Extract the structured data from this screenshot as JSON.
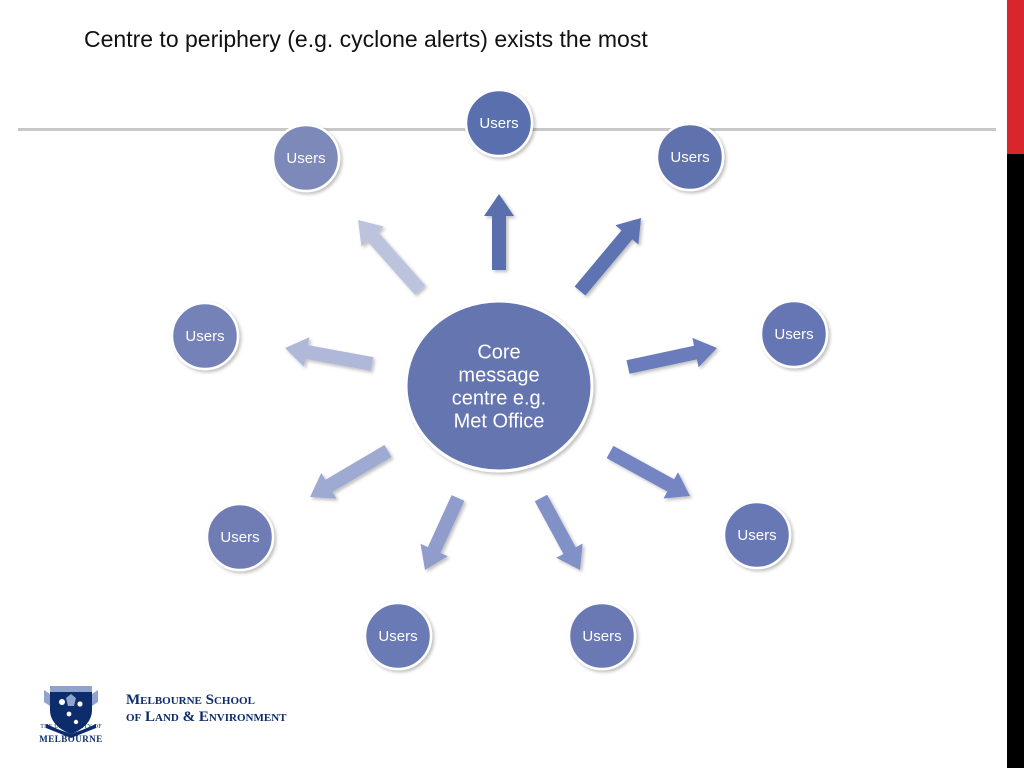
{
  "slide": {
    "title": "Centre to periphery (e.g. cyclone alerts) exists the most"
  },
  "diagram": {
    "center": {
      "label_lines": [
        "Core",
        "message",
        "centre e.g.",
        "Met Office"
      ]
    },
    "nodes": [
      {
        "id": "top",
        "label": "Users",
        "arrow_color": "#5a6fae",
        "node_color": "#5a6fae"
      },
      {
        "id": "top-right",
        "label": "Users",
        "arrow_color": "#5d73b2",
        "node_color": "#5e72ae"
      },
      {
        "id": "right-upper",
        "label": "Users",
        "arrow_color": "#6a7cbb",
        "node_color": "#6676b4"
      },
      {
        "id": "right-lower",
        "label": "Users",
        "arrow_color": "#7585c3",
        "node_color": "#6878b4"
      },
      {
        "id": "bottom-right",
        "label": "Users",
        "arrow_color": "#8190c6",
        "node_color": "#6a79b4"
      },
      {
        "id": "bottom-left",
        "label": "Users",
        "arrow_color": "#909dcc",
        "node_color": "#6a7ab4"
      },
      {
        "id": "left-lower",
        "label": "Users",
        "arrow_color": "#9eaad1",
        "node_color": "#6f7db4"
      },
      {
        "id": "left-upper",
        "label": "Users",
        "arrow_color": "#afb8d8",
        "node_color": "#7482b8"
      },
      {
        "id": "top-left",
        "label": "Users",
        "arrow_color": "#bcc3dd",
        "node_color": "#7c89b9"
      }
    ],
    "center_color": "#6574b0"
  },
  "footer": {
    "university_line1": "THE UNIVERSITY OF",
    "university_line2": "MELBOURNE",
    "school_line1": "Melbourne School",
    "school_line2": "of Land & Environment"
  }
}
